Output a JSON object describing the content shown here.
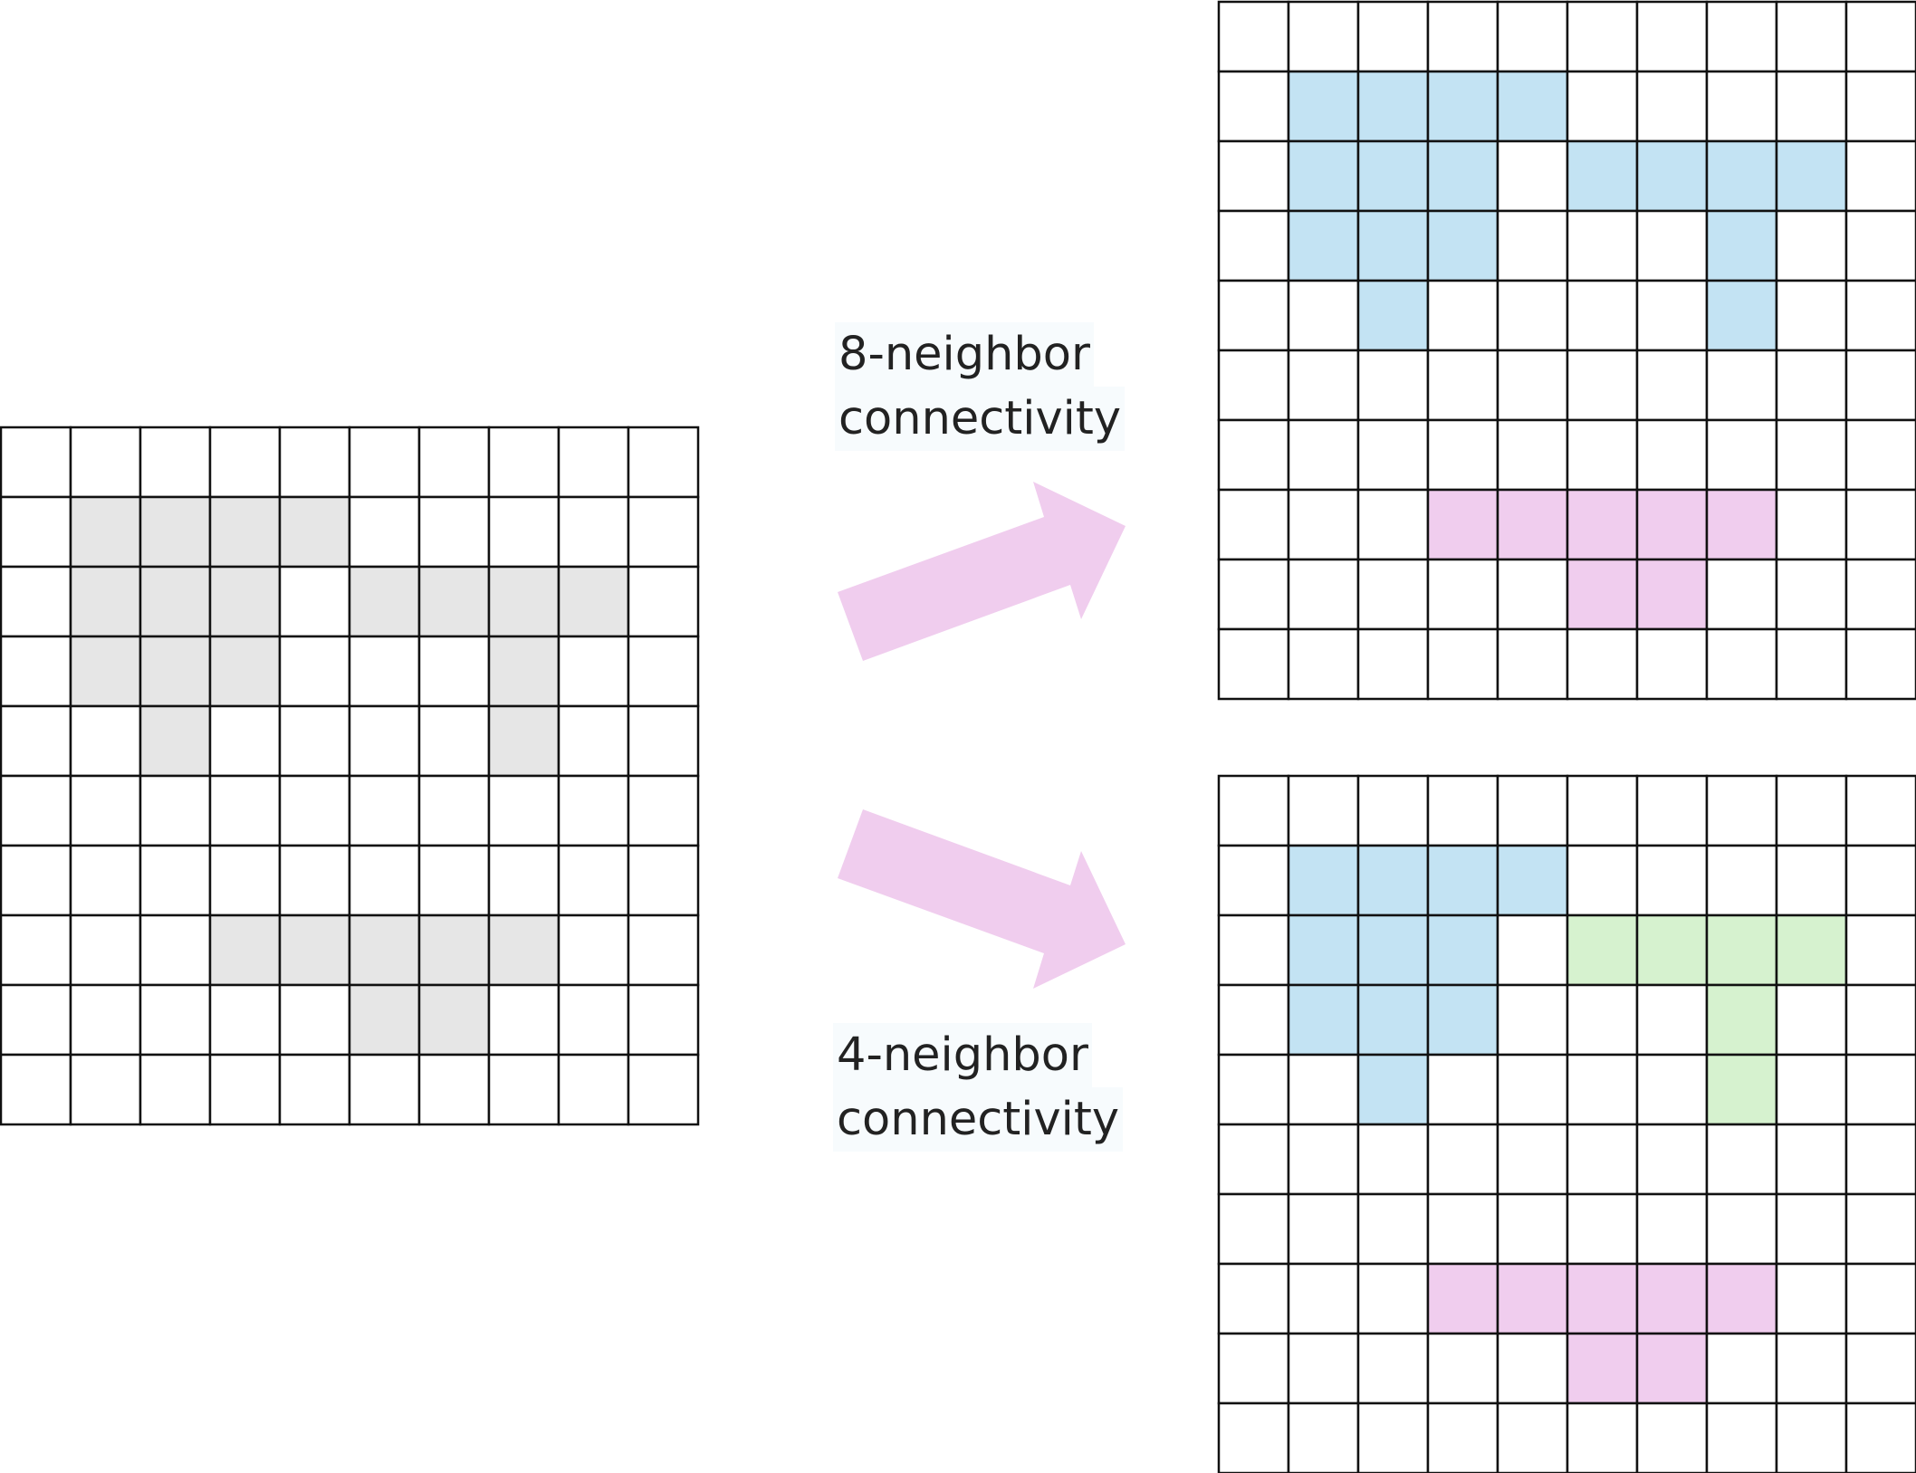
{
  "labels": {
    "eight": {
      "line1": "8-neighbor",
      "line2": "connectivity"
    },
    "four": {
      "line1": "4-neighbor",
      "line2": "connectivity"
    }
  },
  "colors": {
    "gray": "#e6e6e6",
    "blue": "#c3e3f3",
    "pink": "#f0cdee",
    "green": "#d6f2cf",
    "grid_line": "#111111",
    "arrow": "#f0cdee"
  },
  "grids": {
    "input": [
      ".........",
      ".GGGG.....",
      ".GGG.GGGG.",
      ".GGG...G..",
      "..G....G..",
      "..........",
      "..........",
      "...GGGGG..",
      ".....GG...",
      ".........."
    ],
    "eight_neighbor": [
      "..........",
      ".BBBB.....",
      ".BBB.BBBB.",
      ".BBB...B..",
      "..B....B..",
      "..........",
      "..........",
      "...PPPPP..",
      ".....PP...",
      ".........."
    ],
    "four_neighbor": [
      "..........",
      ".BBBB.....",
      ".BBB.GGGG.",
      ".BBB...G..",
      "..B....G..",
      "..........",
      "..........",
      "...PPPPP..",
      ".....PP...",
      ".........."
    ]
  }
}
